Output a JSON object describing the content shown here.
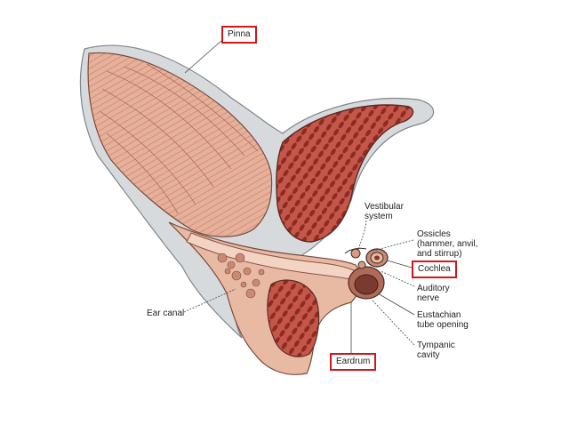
{
  "colors": {
    "highlight_box": "#d2161e",
    "flesh": "#eab8a2",
    "flesh_dark": "#c98a74",
    "muscle": "#b8453a",
    "fur_gray": "#9aa0a6",
    "ink": "#3a2a26"
  },
  "labels": {
    "pinna": "Pinna",
    "vestibular_1": "Vestibular",
    "vestibular_2": "system",
    "ossicles_1": "Ossicles",
    "ossicles_2": "(hammer, anvil,",
    "ossicles_3": "and stirrup)",
    "cochlea": "Cochlea",
    "auditory_1": "Auditory",
    "auditory_2": "nerve",
    "eustachian_1": "Eustachian",
    "eustachian_2": "tube opening",
    "tympanic_1": "Tympanic",
    "tympanic_2": "cavity",
    "ear_canal": "Ear canal",
    "eardrum": "Eardrum"
  }
}
